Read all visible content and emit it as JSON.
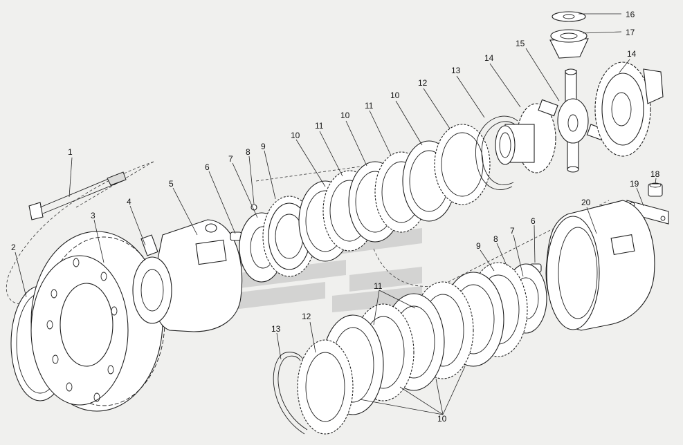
{
  "diagram": {
    "colors": {
      "background": "#f0f0ee",
      "line": "#1e1e1e",
      "watermark": "#bcbcbc"
    },
    "callouts": [
      {
        "id": "c1",
        "label": "1"
      },
      {
        "id": "c2",
        "label": "2"
      },
      {
        "id": "c3",
        "label": "3"
      },
      {
        "id": "c4",
        "label": "4"
      },
      {
        "id": "c5",
        "label": "5"
      },
      {
        "id": "c6a",
        "label": "6"
      },
      {
        "id": "c7a",
        "label": "7"
      },
      {
        "id": "c8a",
        "label": "8"
      },
      {
        "id": "c9a",
        "label": "9"
      },
      {
        "id": "c10a",
        "label": "10"
      },
      {
        "id": "c11a",
        "label": "11"
      },
      {
        "id": "c10b",
        "label": "10"
      },
      {
        "id": "c11b",
        "label": "11"
      },
      {
        "id": "c10c",
        "label": "10"
      },
      {
        "id": "c12a",
        "label": "12"
      },
      {
        "id": "c13a",
        "label": "13"
      },
      {
        "id": "c14a",
        "label": "14"
      },
      {
        "id": "c15",
        "label": "15"
      },
      {
        "id": "c14b",
        "label": "14"
      },
      {
        "id": "c16",
        "label": "16"
      },
      {
        "id": "c17",
        "label": "17"
      },
      {
        "id": "c18",
        "label": "18"
      },
      {
        "id": "c19",
        "label": "19"
      },
      {
        "id": "c20",
        "label": "20"
      },
      {
        "id": "c6b",
        "label": "6"
      },
      {
        "id": "c7b",
        "label": "7"
      },
      {
        "id": "c8b",
        "label": "8"
      },
      {
        "id": "c9b",
        "label": "9"
      },
      {
        "id": "c11c",
        "label": "11"
      },
      {
        "id": "c12b",
        "label": "12"
      },
      {
        "id": "c13b",
        "label": "13"
      },
      {
        "id": "c10d",
        "label": "10"
      }
    ]
  }
}
